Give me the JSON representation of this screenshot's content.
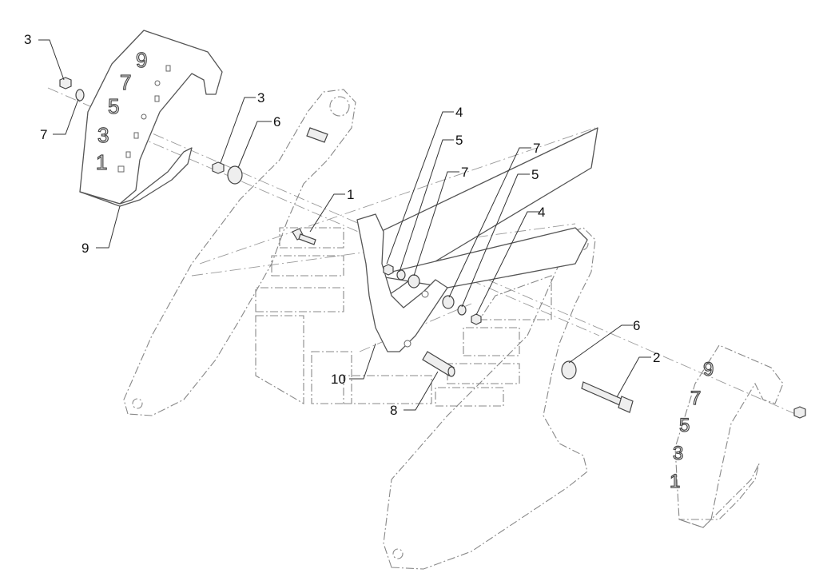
{
  "callouts": [
    {
      "id": "c3a",
      "text": "3"
    },
    {
      "id": "c7a",
      "text": "7"
    },
    {
      "id": "c9",
      "text": "9"
    },
    {
      "id": "c3b",
      "text": "3"
    },
    {
      "id": "c6a",
      "text": "6"
    },
    {
      "id": "c1",
      "text": "1"
    },
    {
      "id": "c4a",
      "text": "4"
    },
    {
      "id": "c5a",
      "text": "5"
    },
    {
      "id": "c7b",
      "text": "7"
    },
    {
      "id": "c7c",
      "text": "7"
    },
    {
      "id": "c5b",
      "text": "5"
    },
    {
      "id": "c4b",
      "text": "4"
    },
    {
      "id": "c6b",
      "text": "6"
    },
    {
      "id": "c2",
      "text": "2"
    },
    {
      "id": "c10",
      "text": "10"
    },
    {
      "id": "c8",
      "text": "8"
    }
  ],
  "scale_left": [
    "9",
    "7",
    "5",
    "3",
    "1"
  ],
  "scale_right": [
    "9",
    "7",
    "5",
    "3",
    "1"
  ]
}
